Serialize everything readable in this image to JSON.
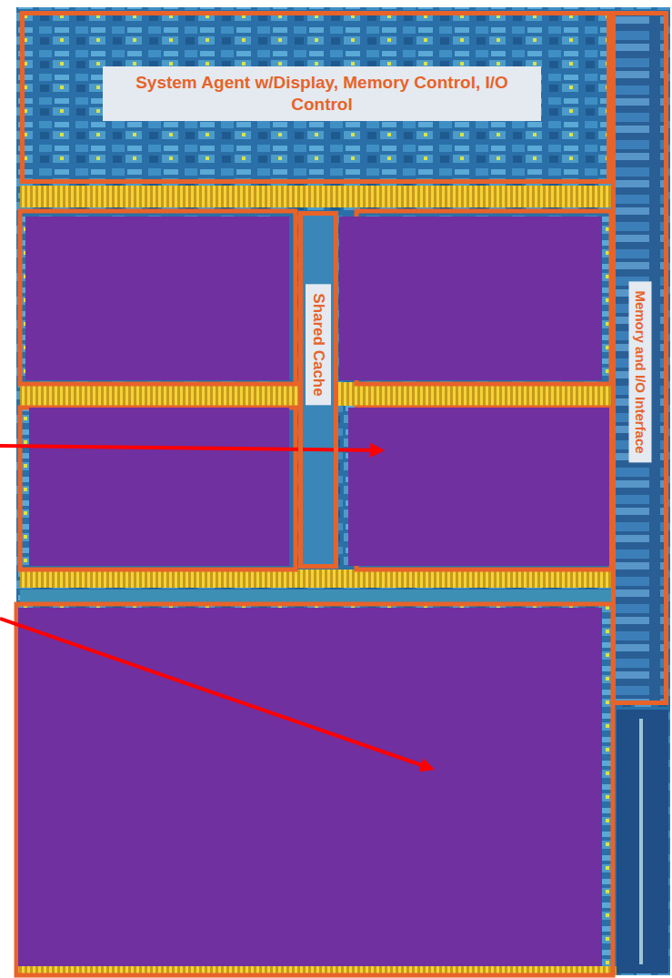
{
  "diagram": {
    "nodes": [
      {
        "text": [
          "System Agent w/Display, Memory Control, I/O Control"
        ]
      },
      {
        "text": [
          "Shared Cache"
        ]
      },
      {
        "text": [
          "Memory and I/O Interface"
        ]
      }
    ]
  }
}
